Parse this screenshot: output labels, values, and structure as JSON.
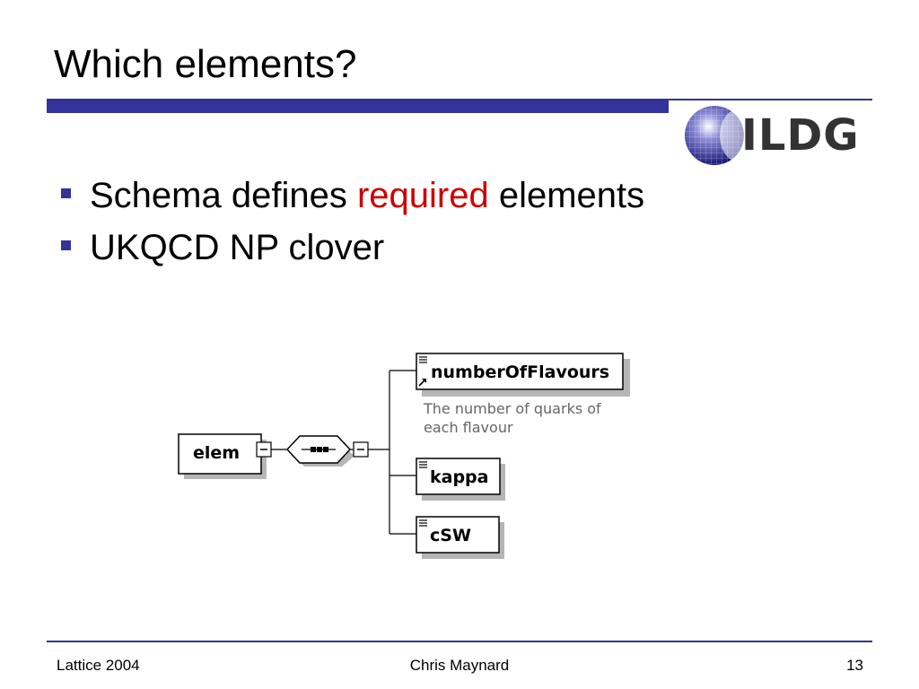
{
  "slide": {
    "title": "Which elements?",
    "logo_text": "ILDG",
    "bullets": [
      {
        "parts": [
          "Schema defines ",
          "required",
          " elements"
        ]
      },
      {
        "parts": [
          "UKQCD NP clover"
        ]
      }
    ],
    "colors": {
      "accent": "#cc0000",
      "brand": "#333399"
    }
  },
  "diagram": {
    "root": "elem",
    "sequence_icon": "sequence-compositor-icon",
    "children": [
      {
        "name": "numberOfFlavours",
        "doc": [
          "The number of quarks of",
          "each flavour"
        ]
      },
      {
        "name": "kappa"
      },
      {
        "name": "cSW"
      }
    ]
  },
  "footer": {
    "left": "Lattice 2004",
    "center": "Chris Maynard",
    "page": "13"
  }
}
